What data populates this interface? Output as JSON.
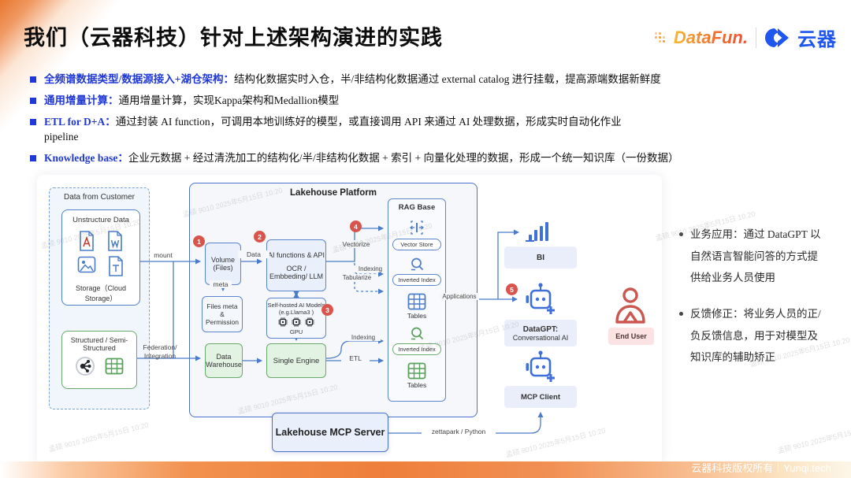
{
  "slide": {
    "title": "我们（云器科技）针对上述架构演进的实践",
    "footer": "云器科技版权所有｜Yunqi.tech",
    "watermark": "孟硕 9010 2025年5月15日 10:20"
  },
  "logos": {
    "datafun": "DataFun.",
    "yunqi": "云器"
  },
  "bullets": [
    {
      "lead": "全频谱数据类型/数据源接入+湖仓架构：",
      "body": "结构化数据实时入仓，半/非结构化数据通过 external catalog 进行挂载，提高源端数据新鲜度",
      "body2": ""
    },
    {
      "lead": "通用增量计算：",
      "body": "通用增量计算，实现Kappa架构和Medallion模型",
      "body2": ""
    },
    {
      "lead": "ETL for D+A：",
      "body": "通过封装 AI function，可调用本地训练好的模型，或直接调用 API 来通过 AI 处理数据，形成实时自动化作业",
      "body2": "pipeline"
    },
    {
      "lead": "Knowledge base：",
      "body": "企业元数据 + 经过清洗加工的结构化/半/非结构化数据 + 索引 + 向量化处理的数据，形成一个统一知识库（一份数据）",
      "body2": ""
    }
  ],
  "diagram": {
    "customer": {
      "title": "Data from Customer",
      "unstructured_title": "Unstructure Data",
      "unstructured_caption": "Storage（Cloud Storage）",
      "structured_title": "Structured / Semi-Structured"
    },
    "platform": {
      "title": "Lakehouse Platform",
      "volume": "Volume (Files)",
      "files_meta": "Files meta & Permission",
      "ai_functions_line1": "AI functions & API",
      "ai_functions_line2": "OCR /",
      "ai_functions_line3": "Embbeding/ LLM",
      "self_hosted_line1": "Self-hosted AI Models",
      "self_hosted_line2": "(e.g.Llama3 )",
      "gpu": "GPU",
      "data_warehouse": "Data Warehouse",
      "single_engine": "Single Engine"
    },
    "rag": {
      "title": "RAG Base",
      "vector_store": "Vector Store",
      "inverted_index": "Inverted Index",
      "tables": "Tables"
    },
    "labels": {
      "mount": "mount",
      "federation": "Federation/ Integration",
      "data": "Data",
      "meta": "meta",
      "vectorize": "Vectorize",
      "indexing": "Indexing",
      "tabularize": "Tabularize",
      "etl": "ETL",
      "applications": "Applications",
      "zettapark": "zettapark / Python"
    },
    "badges": [
      "1",
      "2",
      "3",
      "4",
      "5"
    ],
    "right": {
      "bi": "BI",
      "datagpt_line1": "DataGPT:",
      "datagpt_line2": "Conversational AI",
      "mcp_client": "MCP Client",
      "end_user": "End User"
    },
    "mcp_server": "Lakehouse MCP Server"
  },
  "sidebar": {
    "items": [
      "业务应用：通过 DataGPT 以自然语言智能问答的方式提供给业务人员使用",
      "反馈修正：将业务人员的正/负反馈信息，用于对模型及知识库的辅助矫正"
    ]
  },
  "colors": {
    "accent_blue": "#2038d5",
    "line_blue": "#4a7cc9",
    "green": "#6aa96d",
    "badge_red": "#d9544d",
    "brand_orange": "#ee7f3b",
    "brand_blue": "#1e56ee"
  }
}
